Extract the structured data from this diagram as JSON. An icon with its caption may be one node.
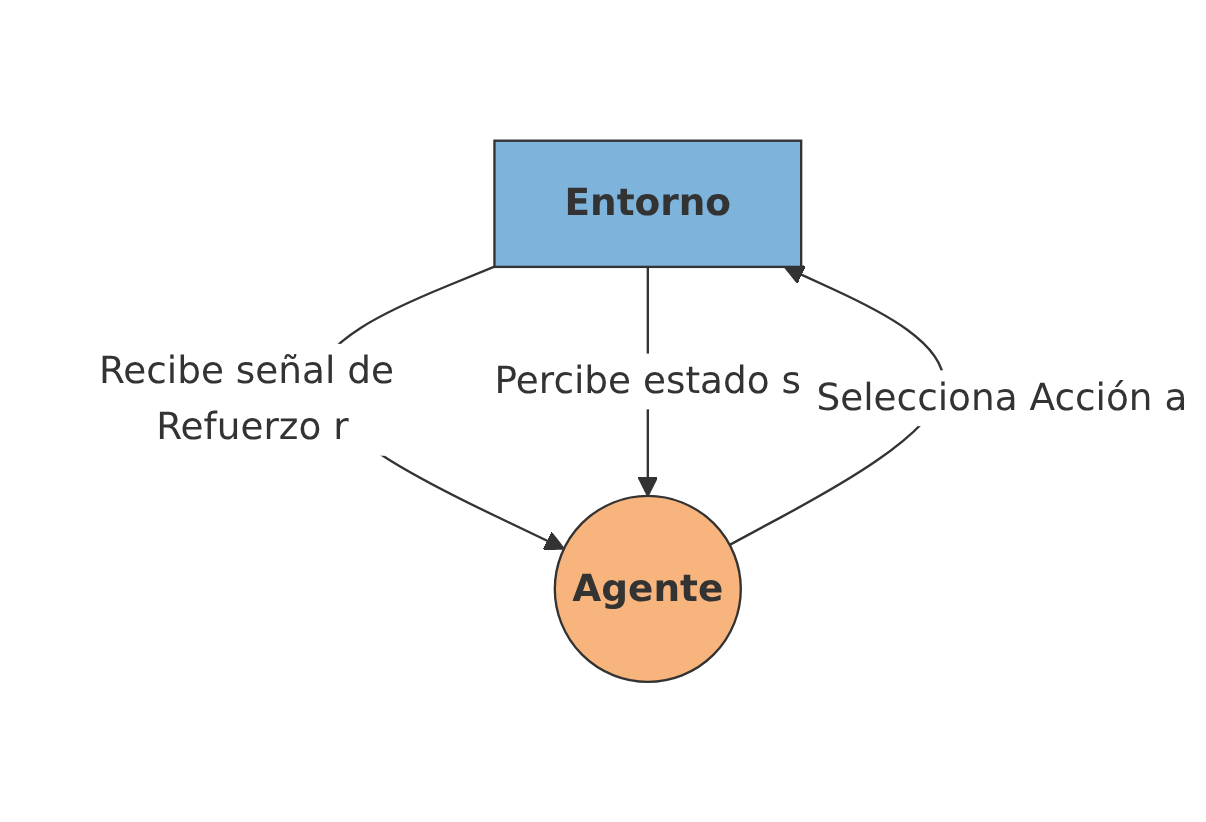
{
  "diagram": {
    "nodes": [
      {
        "text": [
          "Entorno"
        ]
      },
      {
        "text": [
          "Agente"
        ]
      }
    ],
    "edges": [
      {
        "from": 0,
        "to": 1,
        "arrow": "to",
        "label": "Recibe señal de Refuerzo r"
      },
      {
        "from": 0,
        "to": 1,
        "arrow": "to",
        "label": "Percibe estado s"
      },
      {
        "from": 1,
        "to": 0,
        "arrow": "to",
        "label": "Selecciona Acción a"
      }
    ]
  }
}
